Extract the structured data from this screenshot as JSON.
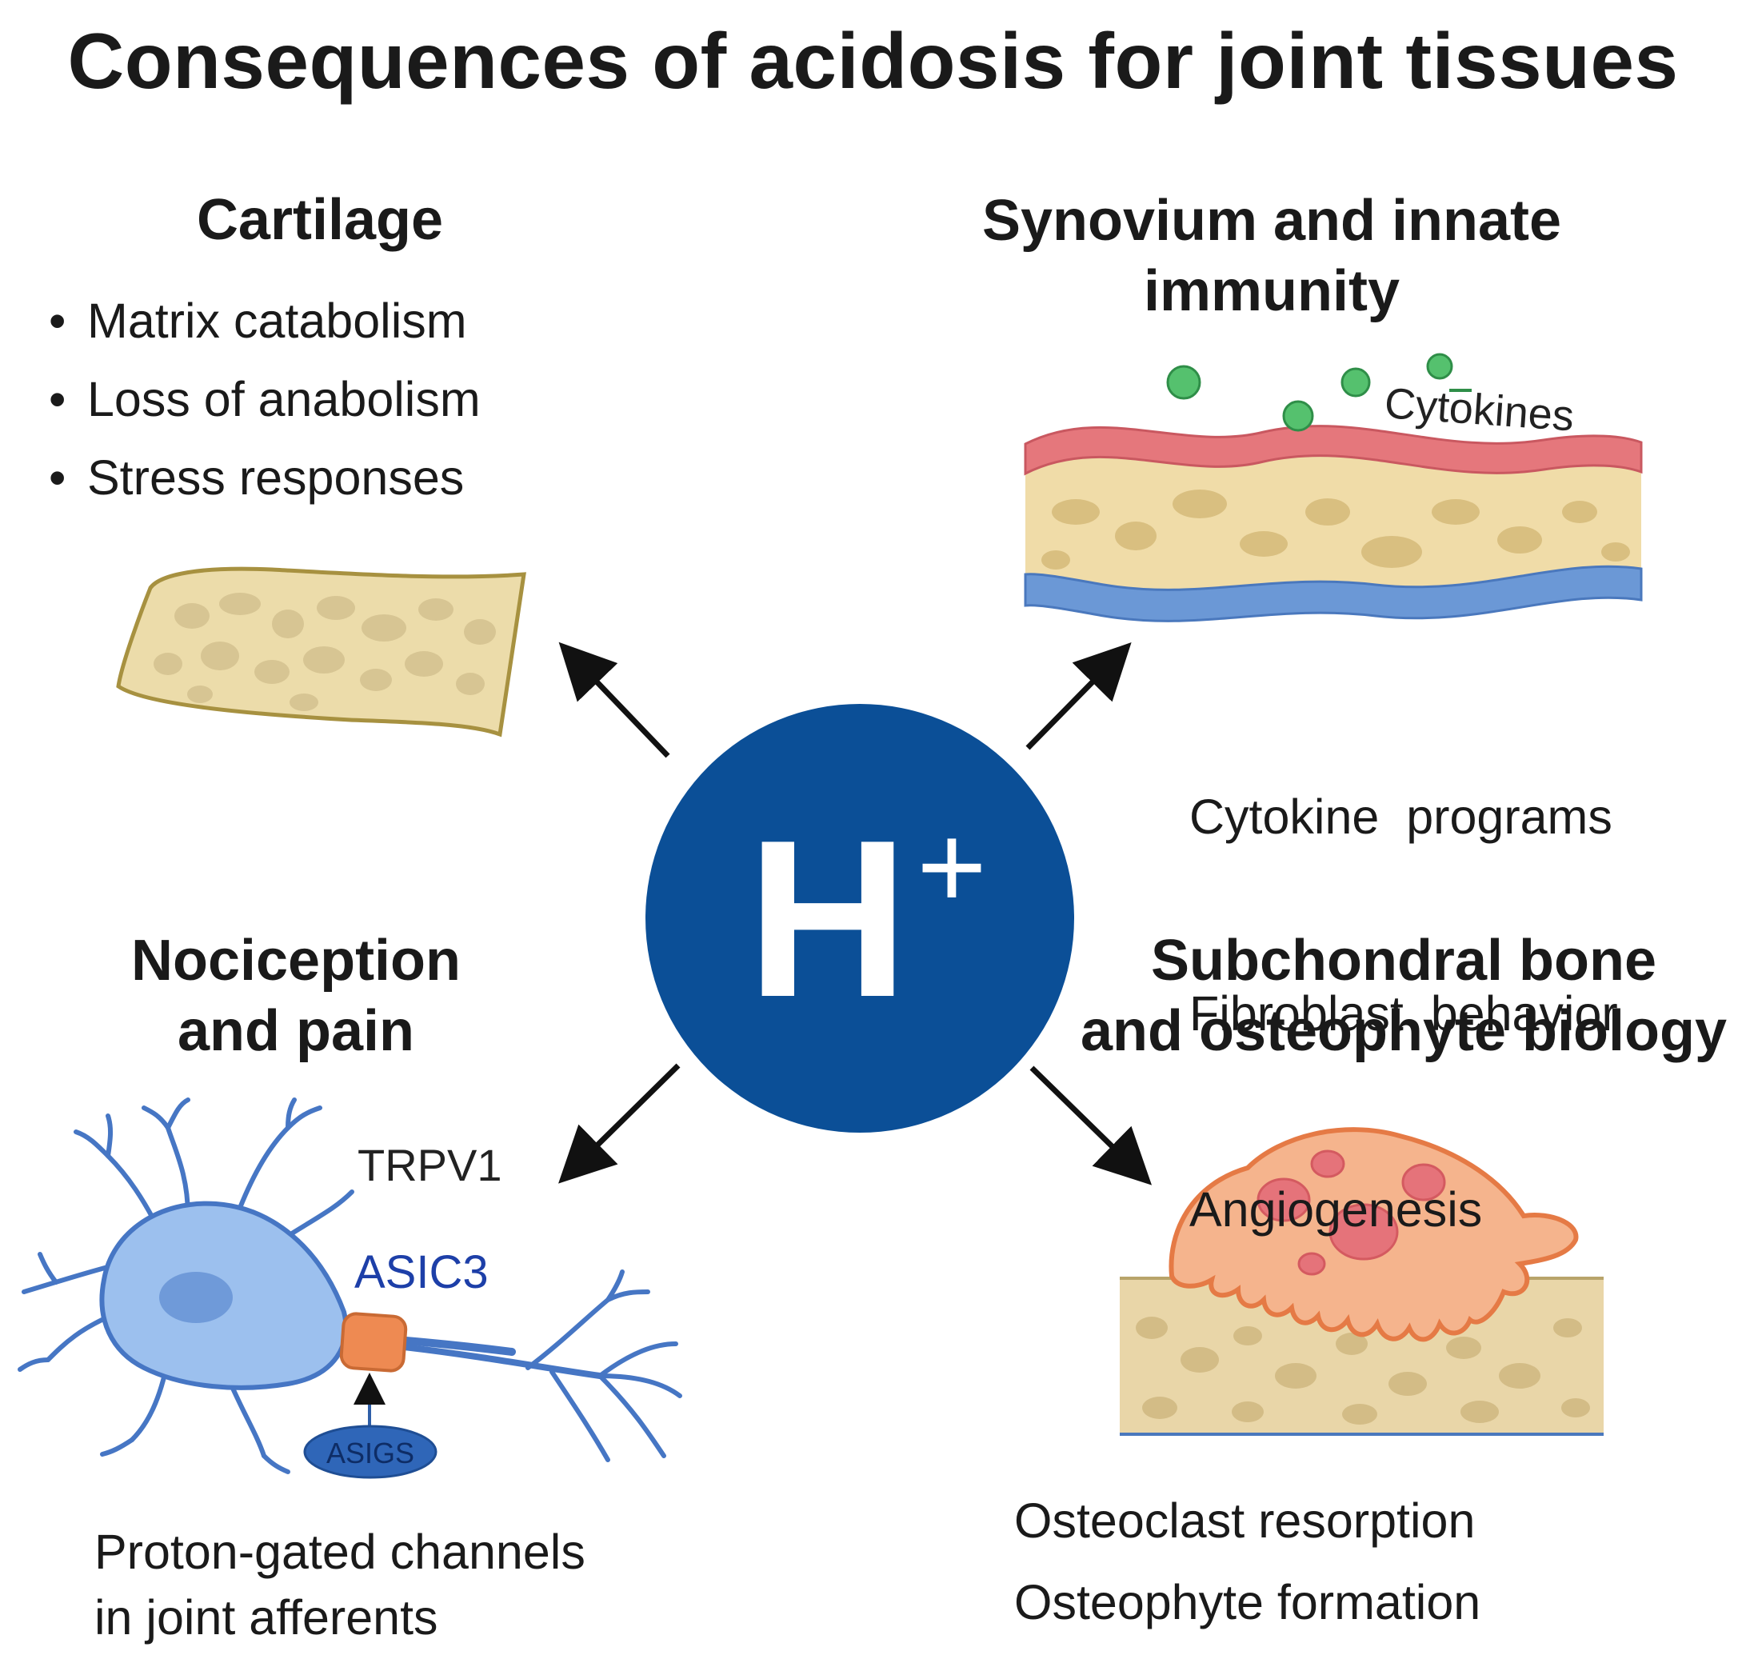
{
  "title": "Consequences of acidosis for joint tissues",
  "center": {
    "symbol": "H",
    "superscript": "+"
  },
  "cartilage": {
    "heading": "Cartilage",
    "items": [
      "Matrix catabolism",
      "Loss of anabolism",
      "Stress responses"
    ]
  },
  "synovium": {
    "heading_line1": "Synovium and innate",
    "heading_line2": "immunity",
    "cytokines_label": "Cytokines",
    "items": [
      "Cytokine  programs",
      "Fibroblast  behavior",
      "Angiogenesis"
    ]
  },
  "nociception": {
    "heading_line1": "Nociception",
    "heading_line2": "and pain",
    "trpv1_label": "TRPV1",
    "asic3_label": "ASIC3",
    "asigs_label": "ASIGS",
    "caption_line1": "Proton-gated channels",
    "caption_line2": "in joint afferents"
  },
  "bone": {
    "heading_line1": "Subchondral bone",
    "heading_line2": "and osteophyte biology",
    "items": [
      "Osteoclast resorption",
      "Osteophyte formation"
    ]
  },
  "colors": {
    "h_circle": "#0b4f97",
    "neuron": "#6fa1e2",
    "channel": "#ee8a52",
    "cartilage": "#ecdcaa",
    "synovium_top": "#e5777c",
    "synovium_bottom": "#6b98d6",
    "cytokine": "#55c16e",
    "osteoclast": "#f5b48d"
  }
}
